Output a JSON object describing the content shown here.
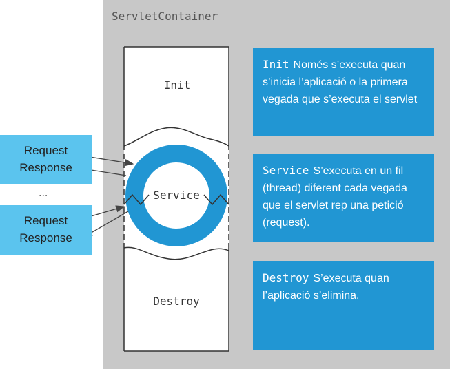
{
  "container": {
    "title": "ServletContainer"
  },
  "lifecycle": {
    "init_label": "Init",
    "service_label": "Service",
    "destroy_label": "Destroy"
  },
  "info": [
    {
      "keyword": "Init",
      "text": "Només s’executa quan s’inicia l’aplicació o la primera vegada que s’executa el servlet"
    },
    {
      "keyword": "Service",
      "text": "S’executa en un fil (thread) diferent cada vegada que el servlet rep una petició (request)."
    },
    {
      "keyword": "Destroy",
      "text": "S’executa quan l’aplicació s’elimina."
    }
  ],
  "requests": [
    {
      "request": "Request",
      "response": "Response"
    },
    {
      "request": "Request",
      "response": "Response"
    }
  ],
  "ellipsis": "...",
  "colors": {
    "container_bg": "#c8c8c8",
    "info_box": "#2196d3",
    "request_box": "#5bc4ee",
    "ring": "#2196d3"
  }
}
